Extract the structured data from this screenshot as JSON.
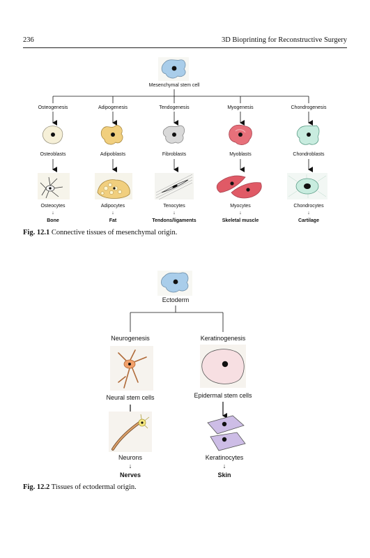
{
  "page": {
    "number": "236",
    "running_title": "3D Bioprinting for Reconstructive Surgery"
  },
  "figure1": {
    "root_label": "Mesenchymal stem cell",
    "columns": [
      {
        "process": "Osteogenesis",
        "blast": "Osteoblasts",
        "cyte": "Osteocytes",
        "tissue": "Bone"
      },
      {
        "process": "Adipogenesis",
        "blast": "Adipoblasts",
        "cyte": "Adipocytes",
        "tissue": "Fat"
      },
      {
        "process": "Tendogenesis",
        "blast": "Fibroblasts",
        "cyte": "Tenocytes",
        "tissue": "Tendons/ligaments"
      },
      {
        "process": "Myogenesis",
        "blast": "Myoblasts",
        "cyte": "Myocytes",
        "tissue": "Skeletal muscle"
      },
      {
        "process": "Chondrogenesis",
        "blast": "Chondroblasts",
        "cyte": "Chondrocytes",
        "tissue": "Cartilage"
      }
    ],
    "down_arrow_glyph": "↓",
    "caption_num": "Fig. 12.1",
    "caption_text": "Connective tissues of mesenchymal origin."
  },
  "figure2": {
    "root_label": "Ectoderm",
    "columns": [
      {
        "process": "Neurogenesis",
        "stem": "Neural stem cells",
        "cell": "Neurons",
        "tissue": "Nerves"
      },
      {
        "process": "Keratinogenesis",
        "stem": "Epidermal stem cells",
        "cell": "Keratinocytes",
        "tissue": "Skin"
      }
    ],
    "down_arrow_glyph": "↓",
    "caption_num": "Fig. 12.2",
    "caption_text": "Tissues of ectodermal origin."
  },
  "colors": {
    "stem_cell": "#a9cdea",
    "osteo": "#f6f0d8",
    "adipo": "#f1cf7e",
    "fibro": "#d9d9d9",
    "myo": "#e7707a",
    "chondro": "#c8ecdf",
    "neural": "#f2a06a",
    "epidermal": "#f7dfe2",
    "keratinocyte": "#cdbde6",
    "neuron_body": "#f6e880",
    "nucleus": "#111111"
  }
}
